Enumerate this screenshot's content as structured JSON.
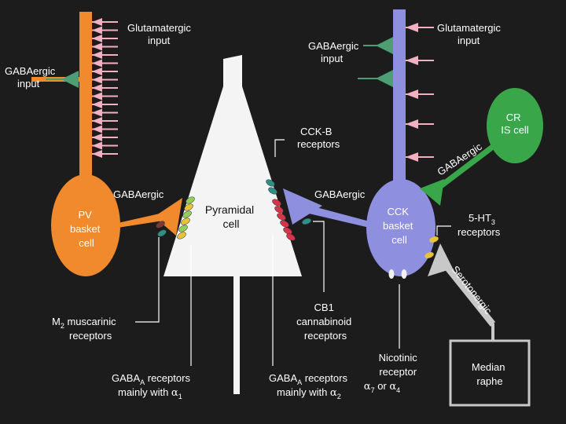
{
  "labels": {
    "glut_input_left": [
      "Glutamatergic",
      "input"
    ],
    "gaba_input_left": [
      "GABAergic",
      "input"
    ],
    "gabaergic_left": "GABAergic",
    "pv_cell": [
      "PV",
      "basket",
      "cell"
    ],
    "pyramidal_cell": [
      "Pyramidal",
      "cell"
    ],
    "cckb_receptors": [
      "CCK-B",
      "receptors"
    ],
    "gabaergic_right": "GABAergic",
    "gaba_input_right": [
      "GABAergic",
      "input"
    ],
    "glut_input_right": [
      "Glutamatergic",
      "input"
    ],
    "cr_cell": [
      "CR",
      "IS cell"
    ],
    "gabaergic_cr": "GABAergic",
    "cck_cell": [
      "CCK",
      "basket",
      "cell"
    ],
    "ht3_receptors": [
      "5-HT",
      "3",
      "receptors"
    ],
    "serotonergic": "Serotonergic",
    "m2_receptors": [
      "M",
      "2",
      " muscarinic",
      "receptors"
    ],
    "cb1_receptors": [
      "CB1",
      "cannabinoid",
      "receptors"
    ],
    "gabaa_alpha1": [
      "GABA",
      "A",
      " receptors",
      "mainly with ",
      "α",
      "1"
    ],
    "gabaa_alpha2": [
      "GABA",
      "A",
      " receptors",
      "mainly with ",
      "α",
      "2"
    ],
    "nicotinic": [
      "Nicotinic",
      "receptor",
      "α",
      "7",
      " or ",
      "α",
      "4"
    ],
    "median_raphe": [
      "Median",
      "raphe"
    ]
  },
  "colors": {
    "background": "#1c1c1c",
    "pv_orange": "#f08a2c",
    "cck_purple": "#8f8fe0",
    "cr_green": "#3aa64a",
    "pyramidal_white": "#f4f4f4",
    "glutamatergic_pink": "#f2b0c0",
    "gabaergic_green": "#4e9e73",
    "receptor_green": "#8fcf5a",
    "receptor_yellow": "#e8c23a",
    "receptor_red": "#d8344a",
    "receptor_teal": "#2f8e86"
  }
}
